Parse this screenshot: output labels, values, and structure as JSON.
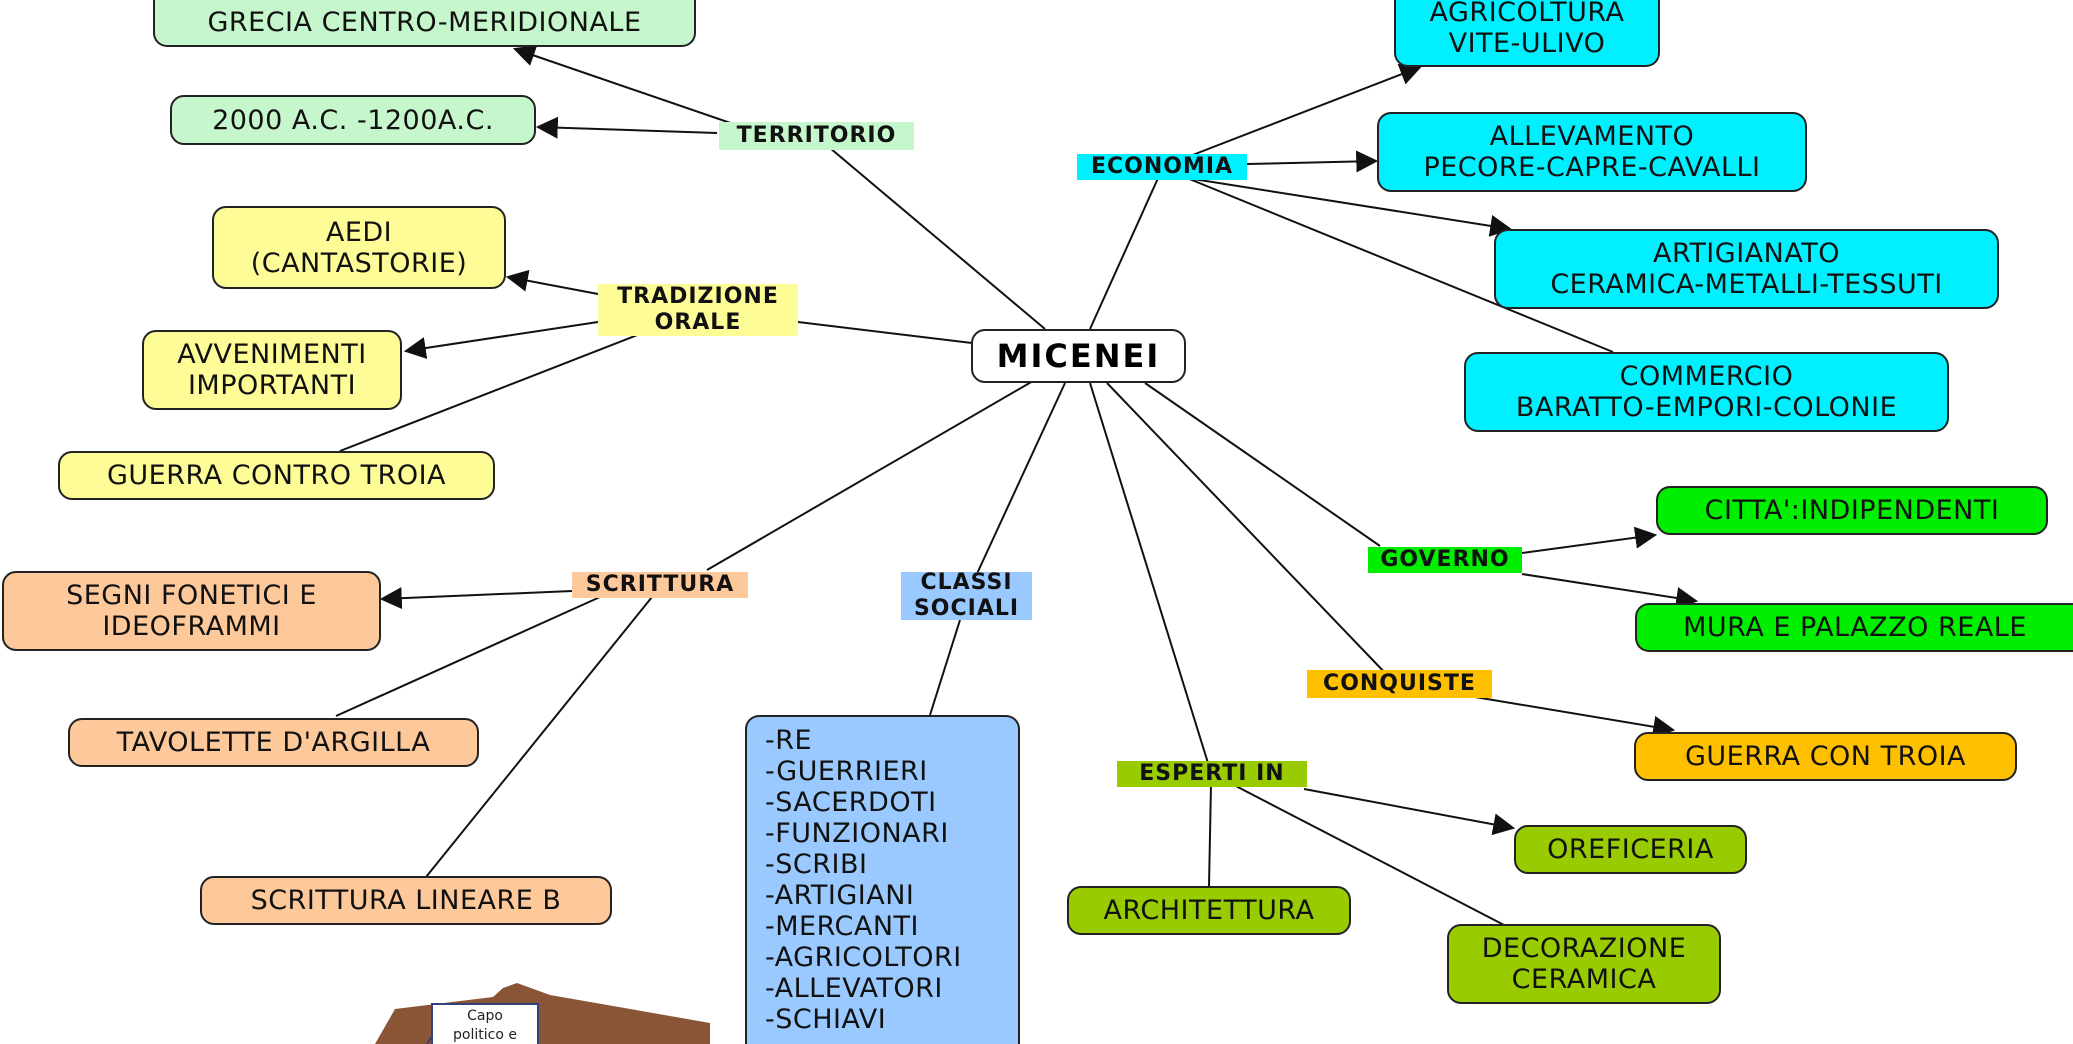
{
  "colors": {
    "territorio": "#c6f7cc",
    "tradizione": "#fdfc97",
    "scrittura": "#fdc89a",
    "classi": "#99c9ff",
    "economia": "#00f0ff",
    "governo": "#00ee00",
    "conquiste": "#ffc000",
    "esperti": "#99cc00",
    "mini_brown": "#8a5536",
    "line": "#111111"
  },
  "center": {
    "text": "MICENEI"
  },
  "branches": {
    "territorio": {
      "label": "TERRITORIO",
      "children": [
        "GRECIA CENTRO-MERIDIONALE",
        "2000 A.C. -1200A.C."
      ]
    },
    "tradizione": {
      "label": "TRADIZIONE\nORALE",
      "children": [
        "AEDI\n(CANTASTORIE)",
        "AVVENIMENTI\nIMPORTANTI",
        "GUERRA  CONTRO TROIA"
      ]
    },
    "scrittura": {
      "label": "SCRITTURA",
      "children": [
        "SEGNI  FONETICI  E\nIDEOFRAMMI",
        "TAVOLETTE  D'ARGILLA",
        "SCRITTURA  LINEARE B"
      ]
    },
    "classi": {
      "label": "CLASSI\nSOCIALI",
      "list": [
        "-RE",
        "-GUERRIERI",
        "-SACERDOTI",
        "-FUNZIONARI",
        "-SCRIBI",
        "-ARTIGIANI",
        "-MERCANTI",
        "-AGRICOLTORI",
        "-ALLEVATORI",
        "-SCHIAVI"
      ]
    },
    "economia": {
      "label": "ECONOMIA",
      "children": [
        "AGRICOLTURA\nVITE-ULIVO",
        "ALLEVAMENTO\nPECORE-CAPRE-CAVALLI",
        "ARTIGIANATO\nCERAMICA-METALLI-TESSUTI",
        "COMMERCIO\nBARATTO-EMPORI-COLONIE"
      ]
    },
    "governo": {
      "label": "GOVERNO",
      "children": [
        "CITTA':INDIPENDENTI",
        "MURA E PALAZZO  REALE"
      ]
    },
    "conquiste": {
      "label": "CONQUISTE",
      "children": [
        "GUERRA  CON  TROIA"
      ]
    },
    "esperti": {
      "label": "ESPERTI  IN",
      "children": [
        "ARCHITETTURA",
        "OREFICERIA",
        "DECORAZIONE\nCERAMICA"
      ]
    }
  },
  "mini_chart": {
    "text": "Capo\npolitico e"
  }
}
